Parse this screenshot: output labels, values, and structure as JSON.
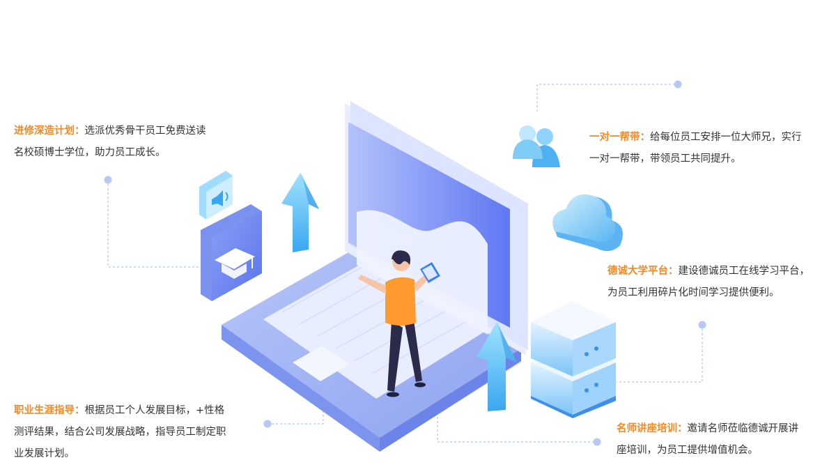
{
  "items": [
    {
      "title": "进修深造计划：",
      "lines": [
        "选派优秀骨干员工免费送读",
        "名校硕博士学位，助力员工成长。"
      ]
    },
    {
      "title": "一对一帮带：",
      "lines": [
        "给每位员工安排一位大师兄，实行",
        "一对一帮带，带领员工共同提升。"
      ]
    },
    {
      "title": "德诚大学平台：",
      "lines": [
        "建设德诚员工在线学习平台，",
        "为员工利用碎片化时间学习提供便利。"
      ]
    },
    {
      "title": "职业生涯指导：",
      "lines": [
        "根据员工个人发展目标，+性格",
        "测评结果，结合公司发展战略，指导员工制定职",
        "业发展计划。"
      ]
    },
    {
      "title": "名师讲座培训：",
      "lines": [
        "邀请名师莅临德诚开展讲",
        "座培训，为员工提供增值机会。"
      ]
    }
  ],
  "colors": {
    "accent": "#f08a24",
    "text": "#333333",
    "laptop": "#6f86f5",
    "connector": "#9fb4ee"
  },
  "icons": [
    "graduation-cap-icon",
    "speaker-icon",
    "arrow-up-icon",
    "users-icon",
    "cloud-icon",
    "server-icon",
    "document-icon"
  ]
}
